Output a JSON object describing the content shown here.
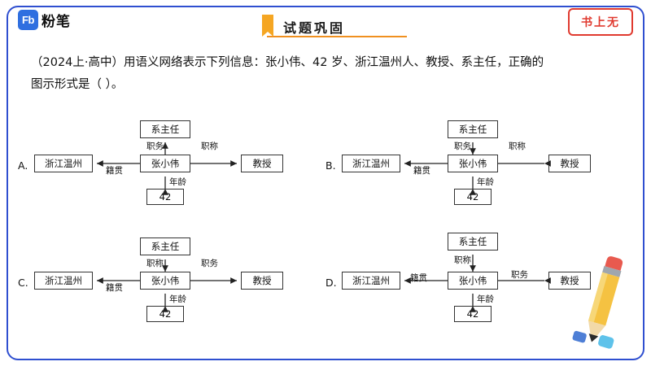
{
  "header": {
    "logo_mark": "Fb",
    "logo_text": "粉笔",
    "banner_title": "试题巩固",
    "stamp_text": "书上无"
  },
  "question": {
    "line1": "（2024上·高中）用语义网络表示下列信息：张小伟、42 岁、浙江温州人、教授、系主任，正确的",
    "line2": "图示形式是（    ）。"
  },
  "options": [
    {
      "label": "A.",
      "center": "张小伟",
      "left_node": "浙江温州",
      "top_node": "系主任",
      "right_node": "教授",
      "bottom_node": "42",
      "left_edge": "籍贯",
      "top_edge": "职务",
      "right_edge": "职称",
      "bottom_edge": "年龄"
    },
    {
      "label": "B.",
      "center": "张小伟",
      "left_node": "浙江温州",
      "top_node": "系主任",
      "right_node": "教授",
      "bottom_node": "42",
      "left_edge": "籍贯",
      "top_edge": "职务",
      "right_edge": "职称",
      "bottom_edge": "年龄"
    },
    {
      "label": "C.",
      "center": "张小伟",
      "left_node": "浙江温州",
      "top_node": "系主任",
      "right_node": "教授",
      "bottom_node": "42",
      "left_edge": "籍贯",
      "top_edge": "职称",
      "right_edge": "职务",
      "bottom_edge": "年龄"
    },
    {
      "label": "D.",
      "center": "张小伟",
      "left_node": "浙江温州",
      "top_node": "系主任",
      "right_node": "教授",
      "bottom_node": "42",
      "left_edge": "籍贯",
      "top_edge": "职称",
      "right_edge": "职务",
      "bottom_edge": "年龄"
    }
  ],
  "colors": {
    "frame": "#2f4fd0",
    "accent": "#f5a623",
    "stamp": "#e03a2f",
    "logo": "#2f6fe0"
  }
}
